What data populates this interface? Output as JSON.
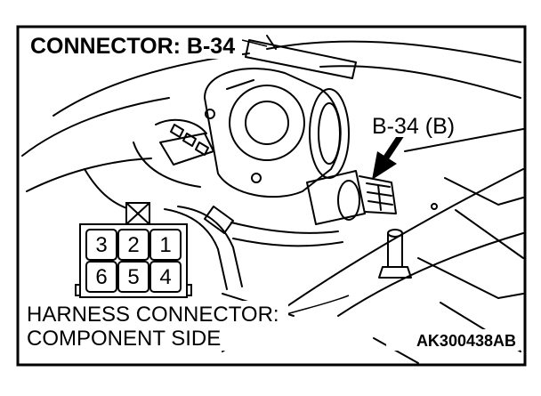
{
  "figure": {
    "title": "CONNECTOR: B-34",
    "callout": "B-34 (B)",
    "harness_line1": "HARNESS CONNECTOR:",
    "harness_line2": "COMPONENT SIDE",
    "figure_code": "AK300438AB"
  },
  "connector": {
    "top_row": [
      "3",
      "2",
      "1"
    ],
    "bottom_row": [
      "6",
      "5",
      "4"
    ]
  }
}
